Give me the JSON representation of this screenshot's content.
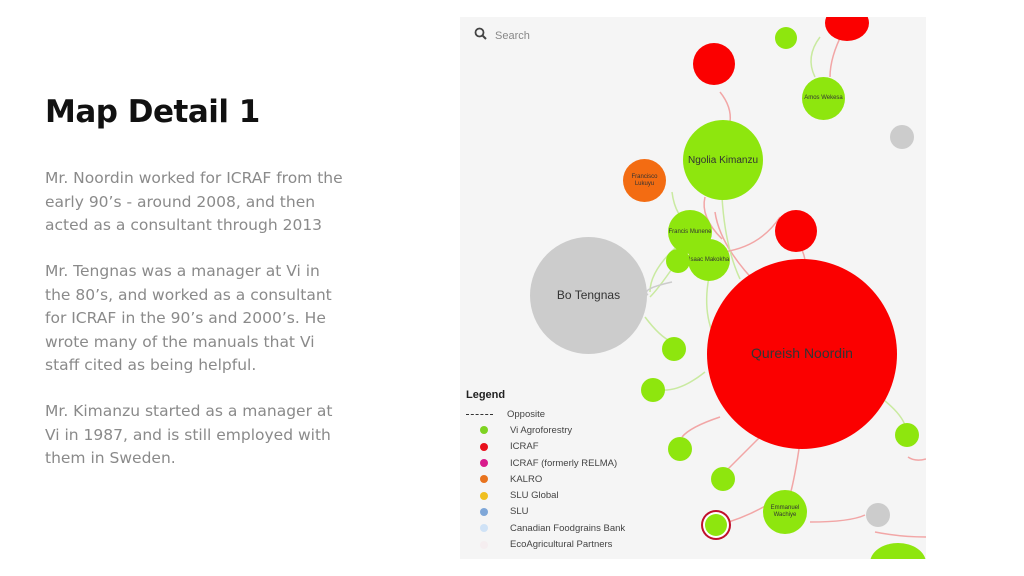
{
  "slide": {
    "title": "Map Detail 1",
    "paragraphs": [
      "Mr. Noordin worked for ICRAF from the early 90’s - around 2008, and then acted as a consultant through 2013",
      "Mr. Tengnas was a manager at Vi in the 80’s, and worked as a consultant for ICRAF in the 90’s and 2000’s. He wrote many of the manuals that Vi staff cited as being helpful.",
      "Mr. Kimanzu started as a manager at Vi in 1987, and is still employed with them in Sweden."
    ]
  },
  "map": {
    "search_placeholder": "Search",
    "nodes": {
      "noordin": "Qureish Noordin",
      "tengnas": "Bo Tengnas",
      "kimanzu": "Ngolia Kimanzu",
      "munene": "Francis Munene",
      "makokha": "Isaac Makokha",
      "wachiye": "Emmanuel Wachiye",
      "lukuyu": "Francisco Lukuyu",
      "wekesa": "Amos Wekesa",
      "small": ""
    },
    "legend": {
      "title": "Legend",
      "items": [
        {
          "label": "Opposite",
          "color": "#333333",
          "kind": "dash"
        },
        {
          "label": "Vi Agroforestry",
          "color": "#7ed321",
          "kind": "dot"
        },
        {
          "label": "ICRAF",
          "color": "#e8101b",
          "kind": "dot"
        },
        {
          "label": "ICRAF (formerly RELMA)",
          "color": "#d81b8c",
          "kind": "dot"
        },
        {
          "label": "KALRO",
          "color": "#e8731e",
          "kind": "dot"
        },
        {
          "label": "SLU Global",
          "color": "#f0c020",
          "kind": "dot"
        },
        {
          "label": "SLU",
          "color": "#7fa7d8",
          "kind": "dot"
        },
        {
          "label": "Canadian Foodgrains Bank",
          "color": "#cfe2f6",
          "kind": "dot"
        },
        {
          "label": "EcoAgricultural Partners",
          "color": "#f5eef0",
          "kind": "dot"
        }
      ]
    }
  }
}
